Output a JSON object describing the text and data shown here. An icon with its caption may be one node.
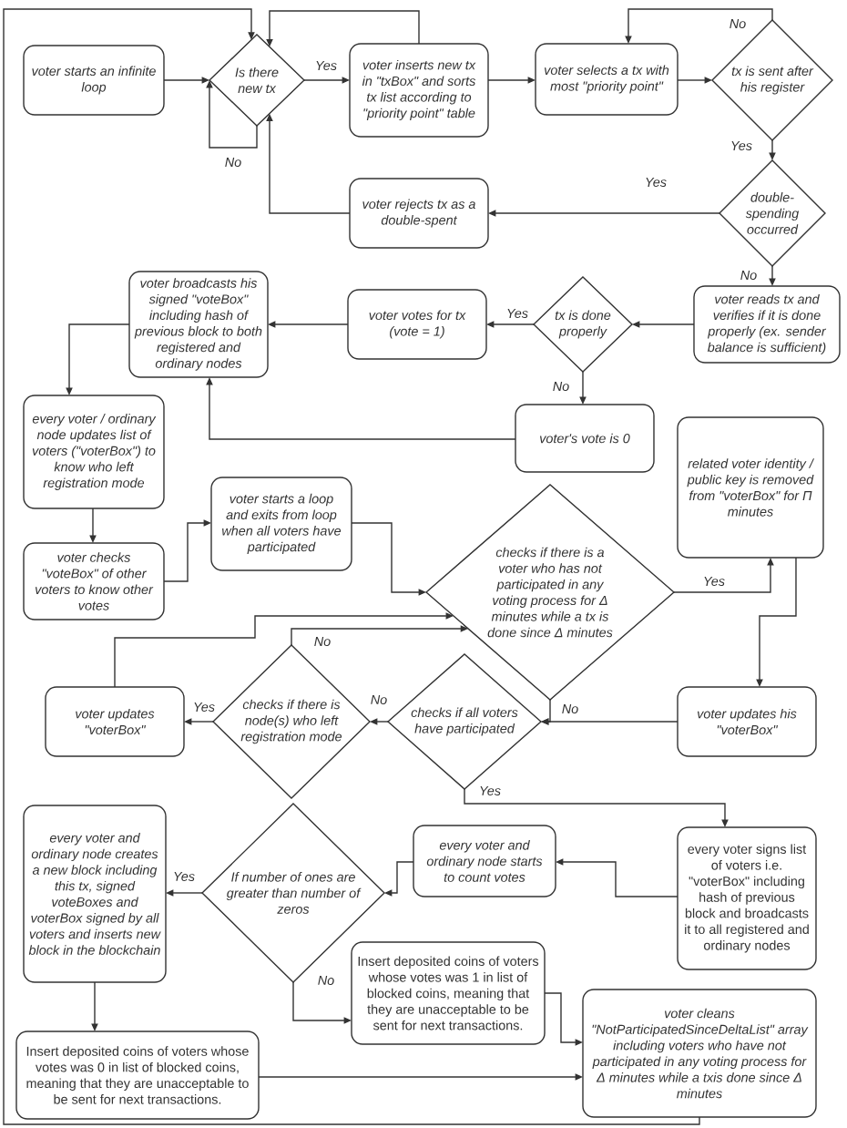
{
  "diagram": {
    "nodes": [
      {
        "text": [
          "voter starts an infinite loop"
        ]
      },
      {
        "text": [
          "Is there new tx"
        ]
      },
      {
        "text": [
          "voter inserts new tx in \"txBox\" and sorts tx list according to \"priority point\" table"
        ]
      },
      {
        "text": [
          "voter selects a tx with most \"priority point\""
        ]
      },
      {
        "text": [
          "tx is sent after his register"
        ]
      },
      {
        "text": [
          "double-spending occurred"
        ]
      },
      {
        "text": [
          "voter rejects tx as a double-spent"
        ]
      },
      {
        "text": [
          "voter reads tx and verifies if it is done properly (ex. sender balance is sufficient)"
        ]
      },
      {
        "text": [
          "tx is done properly"
        ]
      },
      {
        "text": [
          "voter votes for tx (vote = 1)"
        ]
      },
      {
        "text": [
          "voter broadcasts his signed \"voteBox\" including hash of previous block to both registered and ordinary nodes"
        ]
      },
      {
        "text": [
          "voter's vote is 0"
        ]
      },
      {
        "text": [
          "every voter / ordinary node updates list of voters (\"voterBox\") to know who left registration mode"
        ]
      },
      {
        "text": [
          "related voter identity / public key is removed from \"voterBox\" for Π minutes"
        ]
      },
      {
        "text": [
          "voter checks \"voteBox\" of other voters to know other votes"
        ]
      },
      {
        "text": [
          "voter starts a loop and exits from loop when all voters have participated"
        ]
      },
      {
        "text": [
          "checks if there is a voter who has not participated in any voting process for Δ minutes while a tx is done since Δ minutes"
        ]
      },
      {
        "text": [
          "voter updates \"voterBox\""
        ]
      },
      {
        "text": [
          "checks if there is node(s) who left registration mode"
        ]
      },
      {
        "text": [
          "checks if all voters have participated"
        ]
      },
      {
        "text": [
          "voter updates his \"voterBox\""
        ]
      },
      {
        "text": [
          "every voter and ordinary node creates a new block including this tx, signed voteBoxes and voterBox signed by all voters and inserts new block in the blockchain"
        ]
      },
      {
        "text": [
          "If number of ones are greater than number of zeros"
        ]
      },
      {
        "text": [
          "every voter and ordinary node starts to count votes"
        ]
      },
      {
        "text": [
          "every voter signs list of voters i.e. \"voterBox\" including hash of previous block and broadcasts it to all registered and ordinary nodes"
        ]
      },
      {
        "text": [
          "Insert deposited coins of voters whose votes was 1 in list of blocked coins, meaning that they are unacceptable to be sent for next transactions."
        ]
      },
      {
        "text": [
          "voter cleans \"NotParticipatedSinceDeltaList\" array including voters who have not participated in any voting process for Δ minutes while a txis done since Δ minutes"
        ]
      },
      {
        "text": [
          "Insert deposited coins of voters whose votes was 0 in list of blocked coins, meaning that they are unacceptable to be sent for next transactions."
        ]
      }
    ],
    "edges": [
      {
        "from": 0,
        "to": 1,
        "arrow": "to"
      },
      {
        "from": 1,
        "to": 1,
        "arrow": "to",
        "label": "No"
      },
      {
        "from": 1,
        "to": 2,
        "arrow": "to",
        "label": "Yes"
      },
      {
        "from": 2,
        "to": 1,
        "arrow": "to"
      },
      {
        "from": 2,
        "to": 3,
        "arrow": "to"
      },
      {
        "from": 3,
        "to": 4,
        "arrow": "to"
      },
      {
        "from": 4,
        "to": 3,
        "arrow": "to",
        "label": "No"
      },
      {
        "from": 4,
        "to": 5,
        "arrow": "to",
        "label": "Yes"
      },
      {
        "from": 5,
        "to": 6,
        "arrow": "to",
        "label": "Yes"
      },
      {
        "from": 6,
        "to": 1,
        "arrow": "to"
      },
      {
        "from": 5,
        "to": 7,
        "arrow": "to",
        "label": "No"
      },
      {
        "from": 7,
        "to": 8,
        "arrow": "to"
      },
      {
        "from": 8,
        "to": 9,
        "arrow": "to",
        "label": "Yes"
      },
      {
        "from": 8,
        "to": 11,
        "arrow": "to",
        "label": "No"
      },
      {
        "from": 9,
        "to": 10,
        "arrow": "to"
      },
      {
        "from": 11,
        "to": 10,
        "arrow": "to"
      },
      {
        "from": 10,
        "to": 12,
        "arrow": "to"
      },
      {
        "from": 12,
        "to": 14,
        "arrow": "to"
      },
      {
        "from": 14,
        "to": 15,
        "arrow": "to"
      },
      {
        "from": 15,
        "to": 16,
        "arrow": "to"
      },
      {
        "from": 16,
        "to": 13,
        "arrow": "to",
        "label": "Yes"
      },
      {
        "from": 13,
        "to": 20,
        "arrow": "to"
      },
      {
        "from": 20,
        "to": 19,
        "arrow": "to"
      },
      {
        "from": 16,
        "to": 19,
        "arrow": "to",
        "label": "No"
      },
      {
        "from": 19,
        "to": 18,
        "arrow": "to",
        "label": "No"
      },
      {
        "from": 19,
        "to": 24,
        "arrow": "to",
        "label": "Yes"
      },
      {
        "from": 18,
        "to": 17,
        "arrow": "to",
        "label": "Yes"
      },
      {
        "from": 18,
        "to": 16,
        "arrow": "to",
        "label": "No"
      },
      {
        "from": 17,
        "to": 16,
        "arrow": "to"
      },
      {
        "from": 24,
        "to": 23,
        "arrow": "to"
      },
      {
        "from": 23,
        "to": 22,
        "arrow": "to"
      },
      {
        "from": 22,
        "to": 21,
        "arrow": "to",
        "label": "Yes"
      },
      {
        "from": 22,
        "to": 25,
        "arrow": "to",
        "label": "No"
      },
      {
        "from": 21,
        "to": 27,
        "arrow": "to"
      },
      {
        "from": 27,
        "to": 26,
        "arrow": "to"
      },
      {
        "from": 25,
        "to": 26,
        "arrow": "to"
      },
      {
        "from": 26,
        "to": 1,
        "arrow": "to"
      }
    ]
  }
}
